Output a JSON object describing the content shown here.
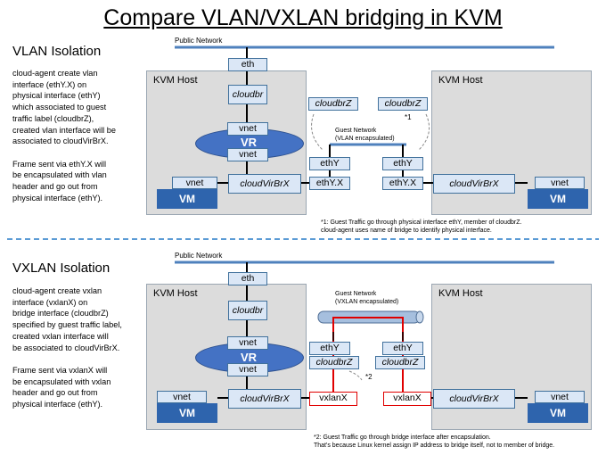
{
  "title": "Compare VLAN/VXLAN bridging in KVM",
  "vlan": {
    "heading": "VLAN Isolation",
    "description": "cloud-agent create vlan\ninterface (ethY.X) on\nphysical interface (ethY)\nwhich associated to guest\ntraffic label (cloudbrZ),\ncreated vlan interface will be\nassociated to cloudVirBrX.\n\nFrame sent via ethY.X will\nbe encapsulated with vlan\nheader and go out from\nphysical interface (ethY).",
    "public_network": "Public Network",
    "host_left": "KVM Host",
    "host_right": "KVM Host",
    "eth": "eth",
    "cloudbr": "cloudbr",
    "vr_vnet_top": "vnet",
    "vr_label": "VR",
    "vr_vnet_bottom": "vnet",
    "vm_vnet": "vnet",
    "vm_label": "VM",
    "cloudvirbrx_left": "cloudVirBrX",
    "cloudbrz_left": "cloudbrZ",
    "cloudbrz_right": "cloudbrZ",
    "footnote_marker": "*1",
    "guest_network": "Guest Network\n(VLAN encapsulated)",
    "ethy_left": "ethY",
    "ethy_right": "ethY",
    "ethyx_left": "ethY.X",
    "ethyx_right": "ethY.X",
    "cloudvirbrx_right": "cloudVirBrX",
    "vm_vnet_right": "vnet",
    "vm_label_right": "VM",
    "footnote": "*1: Guest Traffic go through physical interface ethY, member of cloudbrZ.\n     cloud-agent uses name of bridge to identify physical interface."
  },
  "vxlan": {
    "heading": "VXLAN Isolation",
    "description": "cloud-agent create vxlan\ninterface (vxlanX) on\nbridge interface (cloudbrZ)\nspecified by guest traffic label,\ncreated vxlan interface will\nbe associated to cloudVirBrX.\n\nFrame sent via vxlanX will\nbe encapsulated with vxlan\nheader and go out from\nphysical interface (ethY).",
    "public_network": "Public Network",
    "host_left": "KVM Host",
    "host_right": "KVM Host",
    "eth": "eth",
    "cloudbr": "cloudbr",
    "vr_vnet_top": "vnet",
    "vr_label": "VR",
    "vr_vnet_bottom": "vnet",
    "vm_vnet": "vnet",
    "vm_label": "VM",
    "cloudvirbrx_left": "cloudVirBrX",
    "guest_network": "Guest Network\n(VXLAN encapsulated)",
    "ethy_left": "ethY",
    "ethy_right": "ethY",
    "cloudbrz_left": "cloudbrZ",
    "cloudbrz_right": "cloudbrZ",
    "footnote_marker": "*2",
    "vxlanx_left": "vxlanX",
    "vxlanx_right": "vxlanX",
    "cloudvirbrx_right": "cloudVirBrX",
    "vm_vnet_right": "vnet",
    "vm_label_right": "VM",
    "footnote": "*2: Guest Traffic go through bridge interface after encapsulation.\n     That's because Linux kernel assign IP address to bridge itself, not to member of bridge."
  },
  "colors": {
    "box_fill": "#dbe7f6",
    "box_border": "#41719c",
    "vm_fill": "#2e64ad",
    "host_fill": "#dcdcdc",
    "highlight": "#e00000"
  }
}
